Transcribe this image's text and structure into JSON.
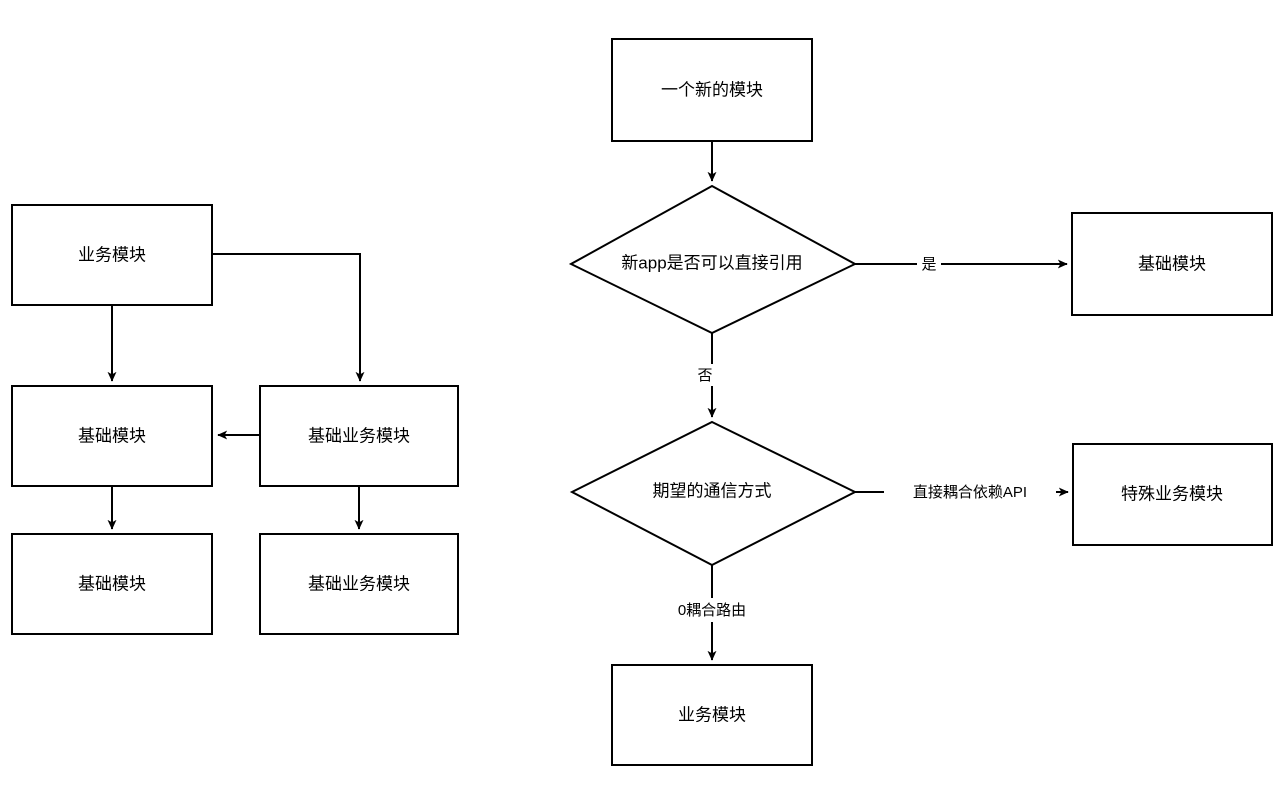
{
  "diagram": {
    "type": "flowchart",
    "background_color": "#ffffff",
    "stroke_color": "#000000",
    "text_color": "#000000",
    "title": "",
    "groups": [
      {
        "name": "left-dependency-diagram",
        "nodes": [
          {
            "id": "L1",
            "label": "业务模块",
            "shape": "rectangle"
          },
          {
            "id": "L2",
            "label": "基础模块",
            "shape": "rectangle"
          },
          {
            "id": "L3",
            "label": "基础业务模块",
            "shape": "rectangle"
          },
          {
            "id": "L4",
            "label": "基础模块",
            "shape": "rectangle"
          },
          {
            "id": "L5",
            "label": "基础业务模块",
            "shape": "rectangle"
          }
        ],
        "edges": [
          {
            "from": "L1",
            "to": "L2",
            "label": ""
          },
          {
            "from": "L1",
            "to": "L3",
            "label": ""
          },
          {
            "from": "L3",
            "to": "L2",
            "label": ""
          },
          {
            "from": "L2",
            "to": "L4",
            "label": ""
          },
          {
            "from": "L3",
            "to": "L5",
            "label": ""
          }
        ]
      },
      {
        "name": "right-decision-diagram",
        "nodes": [
          {
            "id": "R1",
            "label": "一个新的模块",
            "shape": "rectangle"
          },
          {
            "id": "R2",
            "label": "新app是否可以直接引用",
            "shape": "diamond"
          },
          {
            "id": "R3",
            "label": "基础模块",
            "shape": "rectangle"
          },
          {
            "id": "R4",
            "label": "期望的通信方式",
            "shape": "diamond"
          },
          {
            "id": "R5",
            "label": "特殊业务模块",
            "shape": "rectangle"
          },
          {
            "id": "R6",
            "label": "业务模块",
            "shape": "rectangle"
          }
        ],
        "edges": [
          {
            "from": "R1",
            "to": "R2",
            "label": ""
          },
          {
            "from": "R2",
            "to": "R3",
            "label": "是"
          },
          {
            "from": "R2",
            "to": "R4",
            "label": "否"
          },
          {
            "from": "R4",
            "to": "R5",
            "label": "直接耦合依赖API"
          },
          {
            "from": "R4",
            "to": "R6",
            "label": "0耦合路由"
          }
        ]
      }
    ]
  },
  "labels": {
    "left": {
      "n1": "业务模块",
      "n2": "基础模块",
      "n3": "基础业务模块",
      "n4": "基础模块",
      "n5": "基础业务模块"
    },
    "right": {
      "n1": "一个新的模块",
      "n2": "新app是否可以直接引用",
      "n3": "基础模块",
      "n4": "期望的通信方式",
      "n5": "特殊业务模块",
      "n6": "业务模块",
      "e_yes": "是",
      "e_no": "否",
      "e_api": "直接耦合依赖API",
      "e_route": "0耦合路由"
    }
  }
}
